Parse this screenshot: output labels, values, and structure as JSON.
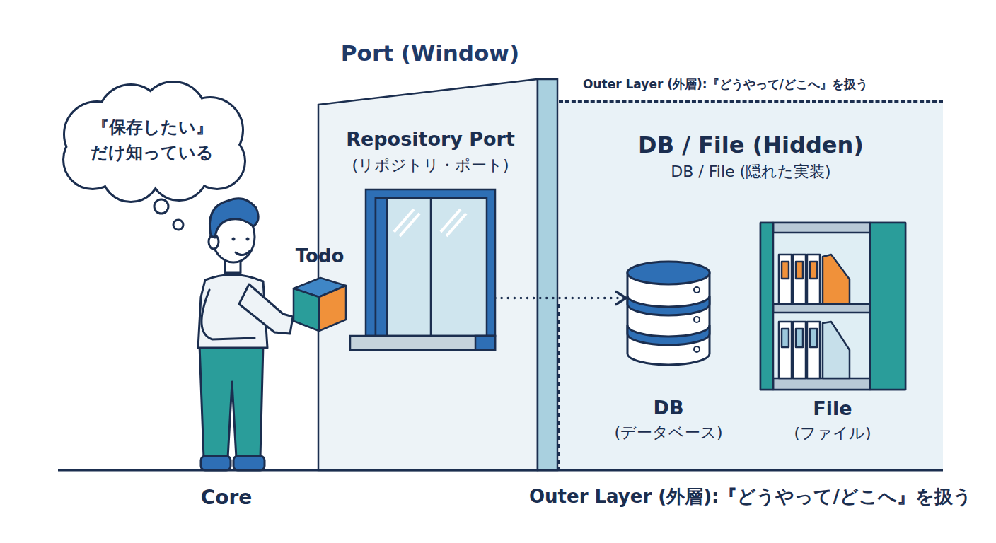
{
  "diagram": {
    "title": "Port (Window)",
    "nodes": [
      {
        "text": [
          "『保存したい』 だけ知っている"
        ]
      },
      {
        "text": [
          "Todo"
        ]
      },
      {
        "text": [
          "Repository Port",
          "(リポジトリ・ポート)"
        ]
      },
      {
        "text": [
          "Outer Layer (外層):『どうやって/どこへ』を扱う",
          "DB / File (Hidden)",
          "DB / File (隠れた実装)"
        ]
      },
      {
        "text": [
          "DB",
          "(データベース)"
        ],
        "in": 3
      },
      {
        "text": [
          "File",
          "(ファイル)"
        ],
        "in": 3
      }
    ],
    "edges": [
      {
        "from": 2,
        "to": 4,
        "arrow": "to"
      }
    ],
    "labels": [
      "Core",
      "Outer Layer (外層):『どうやって/どこへ』を扱う"
    ]
  }
}
